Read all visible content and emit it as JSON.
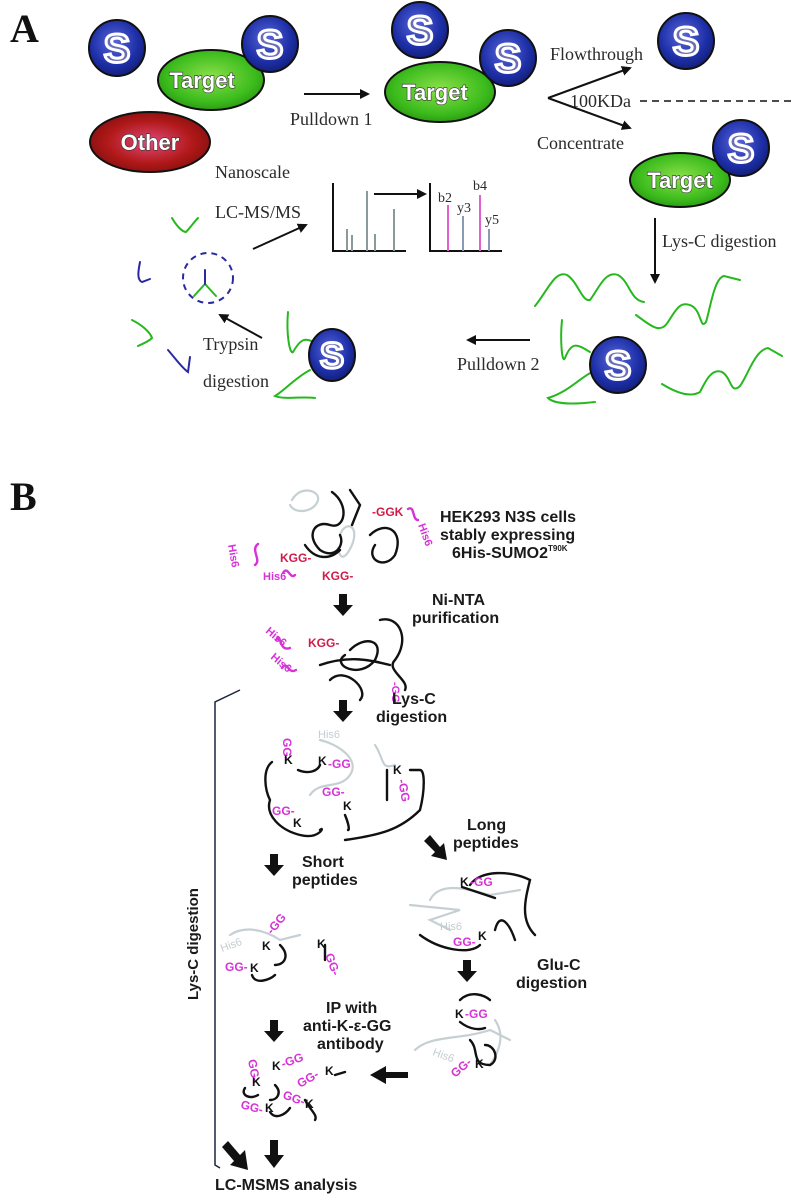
{
  "panels": [
    {
      "letter": "A",
      "entities": {
        "sumo": "S",
        "target": "Target",
        "other": "Other"
      },
      "steps": {
        "pulldown1": "Pulldown 1",
        "flowthrough": "Flowthrough",
        "cutoff": "100KDa",
        "concentrate": "Concentrate",
        "lysc": "Lys-C digestion",
        "pulldown2": "Pulldown 2",
        "trypsin_line1": "Trypsin",
        "trypsin_line2": "digestion",
        "ms_line1": "Nanoscale",
        "ms_line2": "LC-MS/MS"
      },
      "spectrum_labels": [
        "b2",
        "y3",
        "b4",
        "y5"
      ]
    },
    {
      "letter": "B",
      "steps": {
        "cells_line1": "HEK293 N3S cells",
        "cells_line2": "stably expressing",
        "cells_line3": "6His-SUMO2",
        "cells_superscript": "T90K",
        "ninta_line1": "Ni-NTA",
        "ninta_line2": "purification",
        "lysc_line1": "Lys-C",
        "lysc_line2": "digestion",
        "short_line1": "Short",
        "short_line2": "peptides",
        "long_line1": "Long",
        "long_line2": "peptides",
        "gluc_line1": "Glu-C",
        "gluc_line2": "digestion",
        "ip_line1": "IP with",
        "ip_line2": "anti-K-ε-GG",
        "ip_line3": "antibody",
        "bracket_label": "Lys-C digestion",
        "final": "LC-MSMS analysis"
      },
      "tags": {
        "his6": "His6",
        "kgg": "KGG-",
        "ggk": "-GGK",
        "gg_left": "GG-",
        "gg_right": "-GG",
        "k": "K"
      }
    }
  ],
  "colors": {
    "sumo_blue": "#1d2fa8",
    "target_green": "#3bbb1c",
    "other_red": "#b01818",
    "peptide_green": "#27b81f",
    "peptide_blue": "#2a2aa0",
    "gg_magenta": "#d633d6",
    "kgg_red": "#d01c4a"
  }
}
